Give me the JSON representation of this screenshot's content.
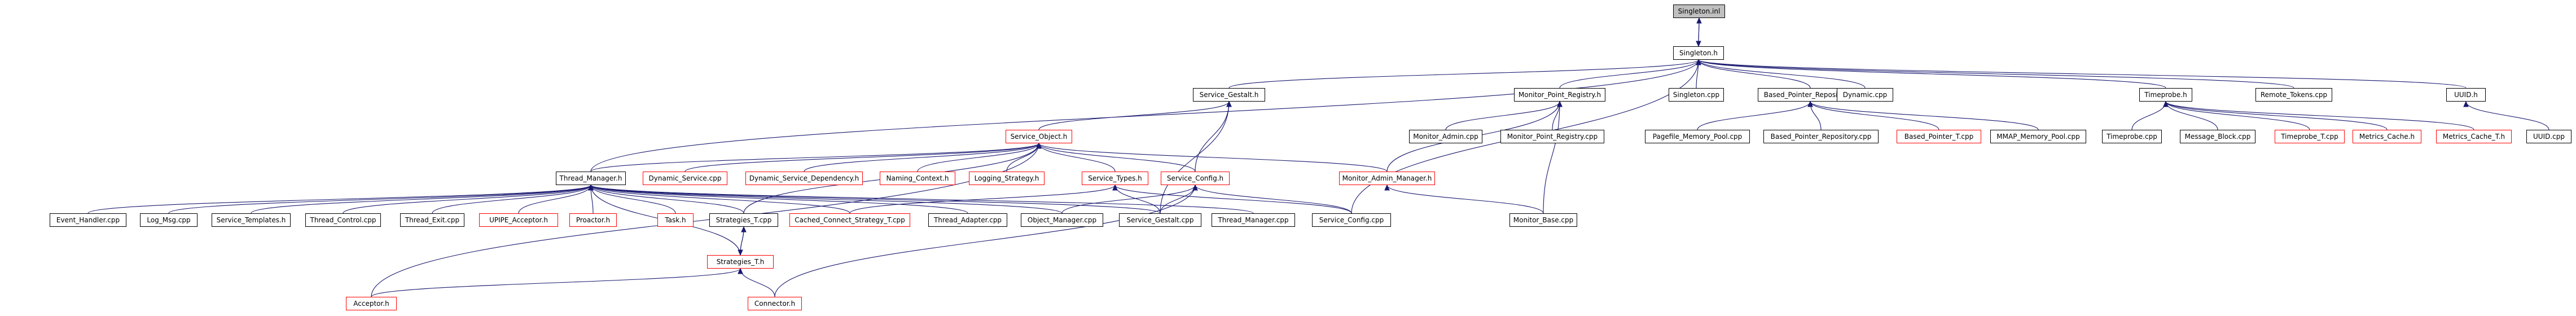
{
  "diagram": {
    "type": "include-dependency-graph",
    "colors": {
      "edge": "#191970",
      "root_fill": "#bfbfbf",
      "border": "#000000",
      "undocumented_border": "#ff0000"
    },
    "nodes": {
      "singleton_inl": "Singleton.inl",
      "singleton_h": "Singleton.h",
      "service_gestalt_h": "Service_Gestalt.h",
      "monitor_point_registry_h": "Monitor_Point_Registry.h",
      "singleton_cpp": "Singleton.cpp",
      "based_pointer_repository_h": "Based_Pointer_Repository.h",
      "dynamic_cpp": "Dynamic.cpp",
      "timeprobe_h": "Timeprobe.h",
      "remote_tokens_cpp": "Remote_Tokens.cpp",
      "uuid_h": "UUID.h",
      "service_object_h": "Service_Object.h",
      "monitor_admin_cpp": "Monitor_Admin.cpp",
      "monitor_point_registry_cpp": "Monitor_Point_Registry.cpp",
      "pagefile_memory_pool_cpp": "Pagefile_Memory_Pool.cpp",
      "based_pointer_repository_cpp": "Based_Pointer_Repository.cpp",
      "based_pointer_t_cpp": "Based_Pointer_T.cpp",
      "mmap_memory_pool_cpp": "MMAP_Memory_Pool.cpp",
      "timeprobe_cpp": "Timeprobe.cpp",
      "message_block_cpp": "Message_Block.cpp",
      "timeprobe_t_cpp": "Timeprobe_T.cpp",
      "metrics_cache_h": "Metrics_Cache.h",
      "metrics_cache_t_h": "Metrics_Cache_T.h",
      "uuid_cpp": "UUID.cpp",
      "thread_manager_h": "Thread_Manager.h",
      "dynamic_service_cpp": "Dynamic_Service.cpp",
      "dynamic_service_dependency_h": "Dynamic_Service_Dependency.h",
      "naming_context_h": "Naming_Context.h",
      "logging_strategy_h": "Logging_Strategy.h",
      "service_types_h": "Service_Types.h",
      "service_config_h": "Service_Config.h",
      "monitor_admin_manager_h": "Monitor_Admin_Manager.h",
      "event_handler_cpp": "Event_Handler.cpp",
      "log_msg_cpp": "Log_Msg.cpp",
      "service_templates_h": "Service_Templates.h",
      "thread_control_cpp": "Thread_Control.cpp",
      "thread_exit_cpp": "Thread_Exit.cpp",
      "upipe_acceptor_h": "UPIPE_Acceptor.h",
      "proactor_h": "Proactor.h",
      "task_h": "Task.h",
      "strategies_t_cpp": "Strategies_T.cpp",
      "cached_connect_strategy_t_cpp": "Cached_Connect_Strategy_T.cpp",
      "thread_adapter_cpp": "Thread_Adapter.cpp",
      "object_manager_cpp": "Object_Manager.cpp",
      "service_gestalt_cpp": "Service_Gestalt.cpp",
      "thread_manager_cpp": "Thread_Manager.cpp",
      "service_config_cpp": "Service_Config.cpp",
      "monitor_base_cpp": "Monitor_Base.cpp",
      "strategies_t_h": "Strategies_T.h",
      "acceptor_h": "Acceptor.h",
      "connector_h": "Connector.h"
    }
  }
}
